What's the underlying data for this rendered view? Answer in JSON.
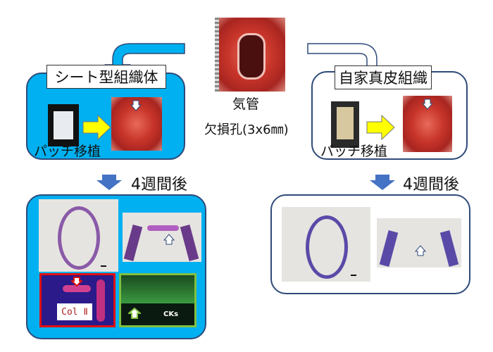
{
  "center": {
    "organ_label": "気管",
    "defect_label": "欠損孔(3x6㎜)"
  },
  "left": {
    "title": "シート型組織体",
    "patch_label": "パッチ移植",
    "weeks_label": "4週間後",
    "stain_label_1": "Col Ⅱ",
    "stain_label_2": "CKs"
  },
  "right": {
    "title": "自家真皮組織",
    "patch_label": "パッチ移植",
    "weeks_label": "4週間後"
  },
  "colors": {
    "blue_box": "#00b0f0",
    "yellow_arrow": "#ffff00",
    "down_arrow": "#4472c4",
    "border": "#2e4a7a"
  }
}
